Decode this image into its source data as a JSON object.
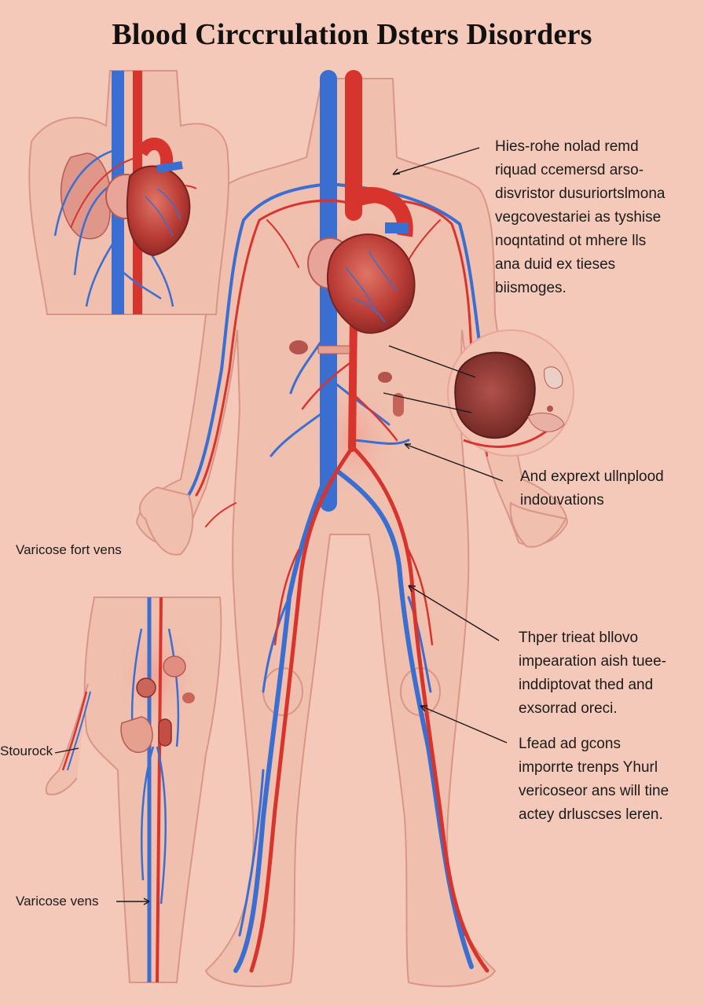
{
  "title": "Blood Circcrulation Dsters Disorders",
  "callouts": {
    "top_right": [
      "Hies-rohe nolad remd",
      "riquad ccemersd arso-",
      "disvristor dusuriortslmona",
      "vegcovestariei as tyshise",
      "noqntatind ot mhere lls",
      "ana duid ex tieses",
      "biismoges."
    ],
    "mid_right": [
      "And exprext ullnplood",
      "indouvations"
    ],
    "leg_upper": [
      "Thper trieat bllovo",
      "impearation aish tuee-",
      "inddiptovat thed and",
      "exsorrad oreci."
    ],
    "leg_lower": [
      "Lfead ad gcons",
      "imporrte trenps Yhurl",
      "vericoseor ans will tine",
      "actey drluscses leren."
    ],
    "left_varicose_fort": "Varicose fort vens",
    "left_stourock": "Stourock",
    "left_varicose": "Varicose vens"
  },
  "colors": {
    "background": "#f4c9b9",
    "artery": "#d8342e",
    "vein": "#3a6fd1",
    "skin": "#f0bfae",
    "heart": "#c7463c"
  }
}
